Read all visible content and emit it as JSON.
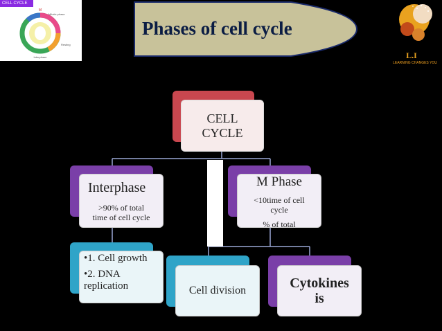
{
  "thumbnail": {
    "tag": "CELL CYCLE",
    "labels": [
      "M",
      "Mitotic phase",
      "Resting",
      "Interphase"
    ]
  },
  "title": "Phases of cell cycle",
  "logo": {
    "mark": "L.I",
    "tagline": "LEARNING CHANGES YOU"
  },
  "colors": {
    "background": "#000000",
    "banner": "#c8c29a",
    "banner_border": "#1a2a6b",
    "title_text": "#0b1d44",
    "root_accent": "#c9474f",
    "purple_accent": "#7a3fa8",
    "blue_accent": "#2fa4c8",
    "connector": "#9aa7d6"
  },
  "diagram": {
    "root": {
      "label": "CELL\nCYCLE"
    },
    "interphase": {
      "title": "Interphase",
      "description": ">90% of total\ntime of cell cycle"
    },
    "m_phase": {
      "title": "M Phase",
      "description": "<10time of cell\ncycle",
      "note": "% of total"
    },
    "growth": {
      "items": [
        "•1. Cell growth",
        "•2. DNA replication"
      ]
    },
    "cell_division": {
      "label": "Cell division"
    },
    "cytokinesis": {
      "label": "Cytokines\nis"
    }
  }
}
